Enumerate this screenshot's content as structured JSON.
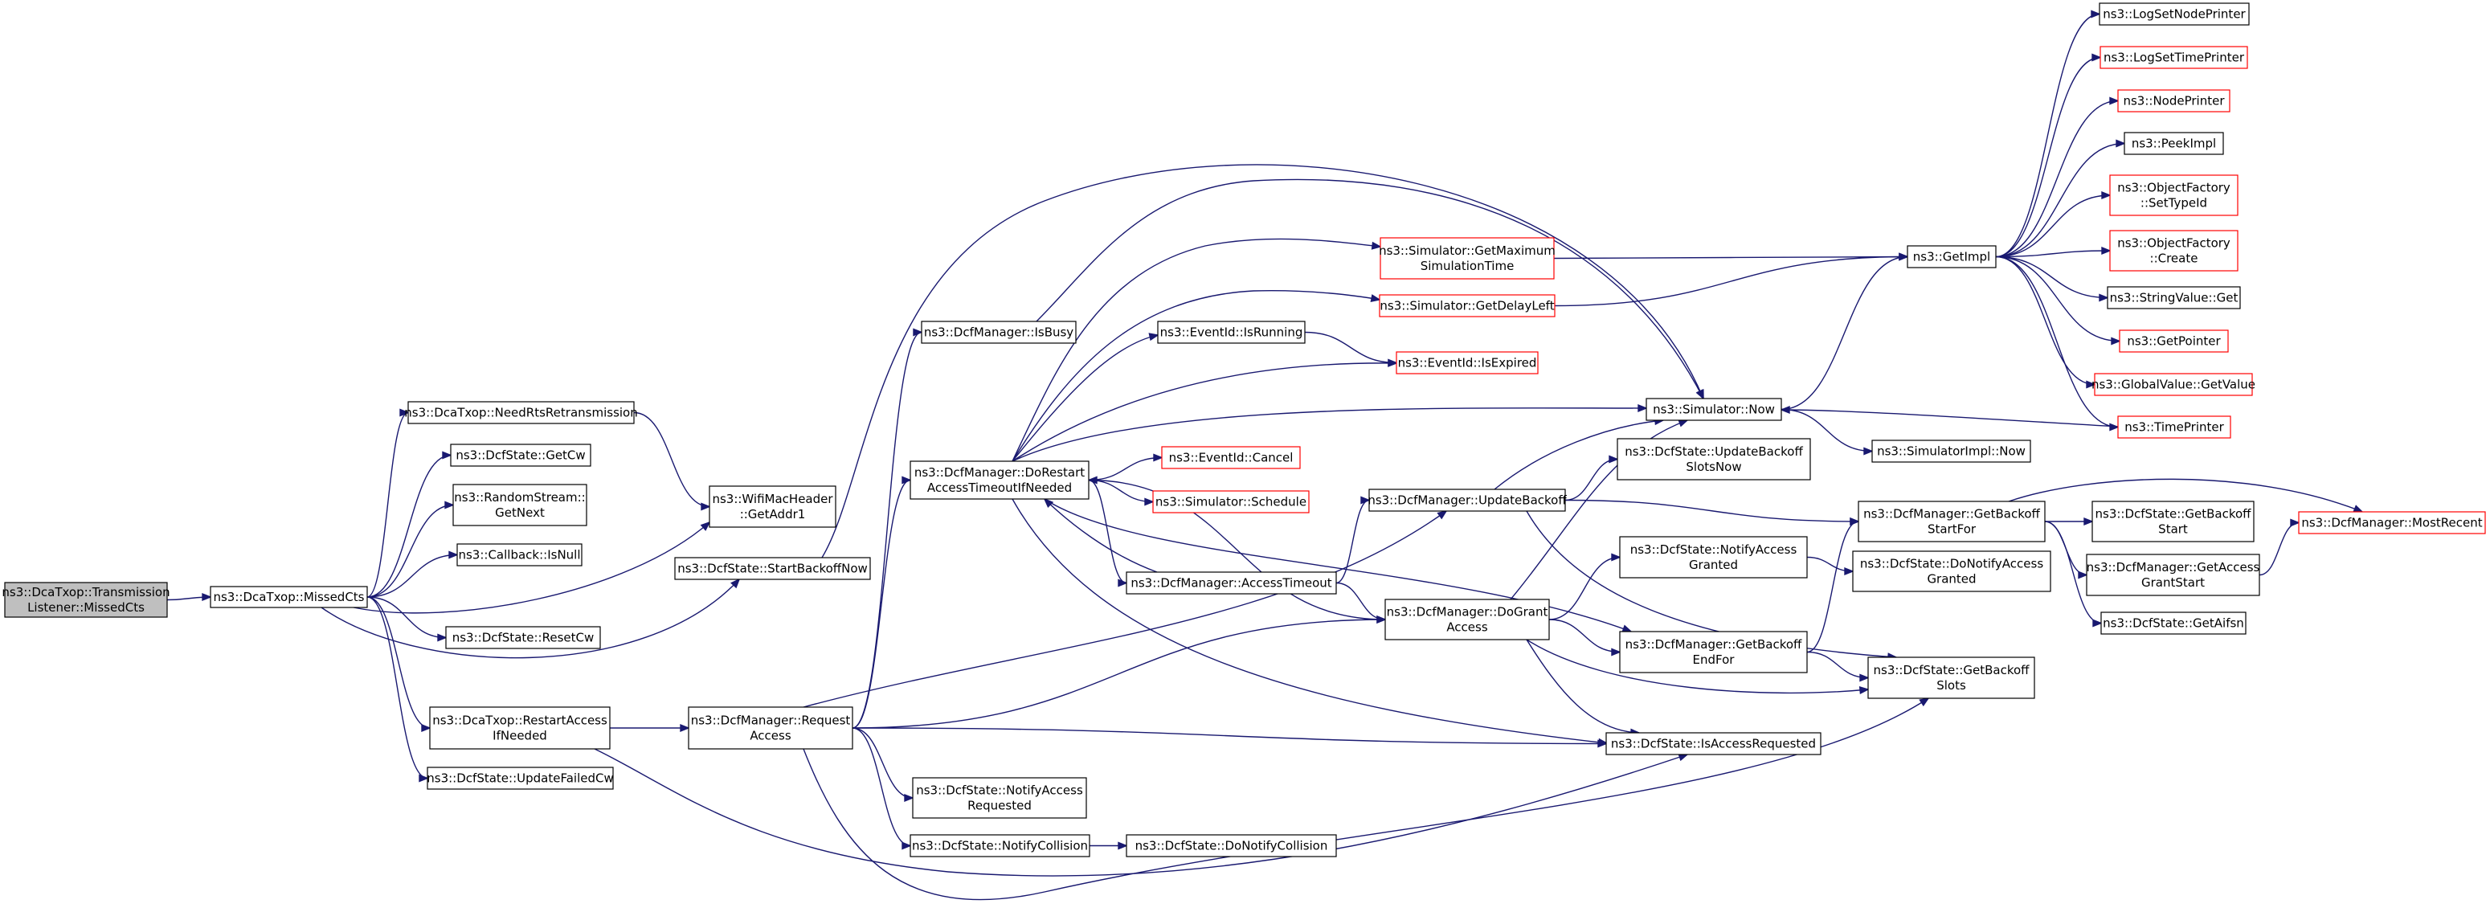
{
  "nodes": [
    {
      "id": "root",
      "lines": [
        "ns3::DcaTxop::Transmission",
        "Listener::MissedCts"
      ],
      "highlight": true,
      "red": false
    },
    {
      "id": "missedcts",
      "lines": [
        "ns3::DcaTxop::MissedCts"
      ],
      "red": false
    },
    {
      "id": "needrts",
      "lines": [
        "ns3::DcaTxop::NeedRtsRetransmission"
      ],
      "red": false
    },
    {
      "id": "getcw",
      "lines": [
        "ns3::DcfState::GetCw"
      ],
      "red": false
    },
    {
      "id": "randomgetnext",
      "lines": [
        "ns3::RandomStream::",
        "GetNext"
      ],
      "red": false
    },
    {
      "id": "callbackisnull",
      "lines": [
        "ns3::Callback::IsNull"
      ],
      "red": false
    },
    {
      "id": "resetcw",
      "lines": [
        "ns3::DcfState::ResetCw"
      ],
      "red": false
    },
    {
      "id": "restartaccess",
      "lines": [
        "ns3::DcaTxop::RestartAccess",
        "IfNeeded"
      ],
      "red": false
    },
    {
      "id": "updatefailedcw",
      "lines": [
        "ns3::DcfState::UpdateFailedCw"
      ],
      "red": false
    },
    {
      "id": "getaddr1",
      "lines": [
        "ns3::WifiMacHeader",
        "::GetAddr1"
      ],
      "red": false
    },
    {
      "id": "startbackoffnow",
      "lines": [
        "ns3::DcfState::StartBackoffNow"
      ],
      "red": false
    },
    {
      "id": "requestaccess",
      "lines": [
        "ns3::DcfManager::Request",
        "Access"
      ],
      "red": false
    },
    {
      "id": "isbusy",
      "lines": [
        "ns3::DcfManager::IsBusy"
      ],
      "red": false
    },
    {
      "id": "dorestart",
      "lines": [
        "ns3::DcfManager::DoRestart",
        "AccessTimeoutIfNeeded"
      ],
      "red": false
    },
    {
      "id": "notifyaccessrequested",
      "lines": [
        "ns3::DcfState::NotifyAccess",
        "Requested"
      ],
      "red": false
    },
    {
      "id": "notifycollision",
      "lines": [
        "ns3::DcfState::NotifyCollision"
      ],
      "red": false
    },
    {
      "id": "isrunning",
      "lines": [
        "ns3::EventId::IsRunning"
      ],
      "red": false
    },
    {
      "id": "cancel",
      "lines": [
        "ns3::EventId::Cancel"
      ],
      "red": true
    },
    {
      "id": "schedule",
      "lines": [
        "ns3::Simulator::Schedule"
      ],
      "red": true
    },
    {
      "id": "accesstimeout",
      "lines": [
        "ns3::DcfManager::AccessTimeout"
      ],
      "red": false
    },
    {
      "id": "donotifycollision",
      "lines": [
        "ns3::DcfState::DoNotifyCollision"
      ],
      "red": false
    },
    {
      "id": "getmaxsim",
      "lines": [
        "ns3::Simulator::GetMaximum",
        "SimulationTime"
      ],
      "red": true
    },
    {
      "id": "getdelayleft",
      "lines": [
        "ns3::Simulator::GetDelayLeft"
      ],
      "red": true
    },
    {
      "id": "isexpired",
      "lines": [
        "ns3::EventId::IsExpired"
      ],
      "red": true
    },
    {
      "id": "updatebackoff",
      "lines": [
        "ns3::DcfManager::UpdateBackoff"
      ],
      "red": false
    },
    {
      "id": "dogrant",
      "lines": [
        "ns3::DcfManager::DoGrant",
        "Access"
      ],
      "red": false
    },
    {
      "id": "simnow",
      "lines": [
        "ns3::Simulator::Now"
      ],
      "red": false
    },
    {
      "id": "updatebackoffslots",
      "lines": [
        "ns3::DcfState::UpdateBackoff",
        "SlotsNow"
      ],
      "red": false
    },
    {
      "id": "notifyaccessgranted",
      "lines": [
        "ns3::DcfState::NotifyAccess",
        "Granted"
      ],
      "red": false
    },
    {
      "id": "getbackoffendfor",
      "lines": [
        "ns3::DcfManager::GetBackoff",
        "EndFor"
      ],
      "red": false
    },
    {
      "id": "isaccessrequested",
      "lines": [
        "ns3::DcfState::IsAccessRequested"
      ],
      "red": false
    },
    {
      "id": "getimpl",
      "lines": [
        "ns3::GetImpl"
      ],
      "red": false
    },
    {
      "id": "simimplnow",
      "lines": [
        "ns3::SimulatorImpl::Now"
      ],
      "red": false
    },
    {
      "id": "getbackoffstartfor",
      "lines": [
        "ns3::DcfManager::GetBackoff",
        "StartFor"
      ],
      "red": false
    },
    {
      "id": "donotifyaccessgranted",
      "lines": [
        "ns3::DcfState::DoNotifyAccess",
        "Granted"
      ],
      "red": false
    },
    {
      "id": "getbackoffslots",
      "lines": [
        "ns3::DcfState::GetBackoff",
        "Slots"
      ],
      "red": false
    },
    {
      "id": "logsetnodeprinter",
      "lines": [
        "ns3::LogSetNodePrinter"
      ],
      "red": false
    },
    {
      "id": "logsettimeprinter",
      "lines": [
        "ns3::LogSetTimePrinter"
      ],
      "red": true
    },
    {
      "id": "nodeprinter",
      "lines": [
        "ns3::NodePrinter"
      ],
      "red": true
    },
    {
      "id": "peekimpl",
      "lines": [
        "ns3::PeekImpl"
      ],
      "red": false
    },
    {
      "id": "setypeid",
      "lines": [
        "ns3::ObjectFactory",
        "::SetTypeId"
      ],
      "red": true
    },
    {
      "id": "ofcreate",
      "lines": [
        "ns3::ObjectFactory",
        "::Create"
      ],
      "red": true
    },
    {
      "id": "stringvalueget",
      "lines": [
        "ns3::StringValue::Get"
      ],
      "red": false
    },
    {
      "id": "getpointer",
      "lines": [
        "ns3::GetPointer"
      ],
      "red": true
    },
    {
      "id": "globalvalueget",
      "lines": [
        "ns3::GlobalValue::GetValue"
      ],
      "red": true
    },
    {
      "id": "timeprinter",
      "lines": [
        "ns3::TimePrinter"
      ],
      "red": true
    },
    {
      "id": "getbackoffstart",
      "lines": [
        "ns3::DcfState::GetBackoff",
        "Start"
      ],
      "red": false
    },
    {
      "id": "getaccessgrantstart",
      "lines": [
        "ns3::DcfManager::GetAccess",
        "GrantStart"
      ],
      "red": false
    },
    {
      "id": "getaifsn",
      "lines": [
        "ns3::DcfState::GetAifsn"
      ],
      "red": false
    },
    {
      "id": "mostrecent",
      "lines": [
        "ns3::DcfManager::MostRecent"
      ],
      "red": true
    }
  ],
  "edges": [
    [
      "root",
      "missedcts"
    ],
    [
      "missedcts",
      "needrts"
    ],
    [
      "missedcts",
      "getcw"
    ],
    [
      "missedcts",
      "randomgetnext"
    ],
    [
      "missedcts",
      "callbackisnull"
    ],
    [
      "missedcts",
      "getaddr1"
    ],
    [
      "missedcts",
      "startbackoffnow"
    ],
    [
      "missedcts",
      "resetcw"
    ],
    [
      "missedcts",
      "restartaccess"
    ],
    [
      "missedcts",
      "updatefailedcw"
    ],
    [
      "needrts",
      "getaddr1"
    ],
    [
      "restartaccess",
      "requestaccess"
    ],
    [
      "restartaccess",
      "isaccessrequested"
    ],
    [
      "startbackoffnow",
      "simnow"
    ],
    [
      "requestaccess",
      "isbusy"
    ],
    [
      "requestaccess",
      "dorestart"
    ],
    [
      "requestaccess",
      "updatebackoff"
    ],
    [
      "requestaccess",
      "dogrant"
    ],
    [
      "requestaccess",
      "isaccessrequested"
    ],
    [
      "requestaccess",
      "notifyaccessrequested"
    ],
    [
      "requestaccess",
      "notifycollision"
    ],
    [
      "requestaccess",
      "getbackoffslots"
    ],
    [
      "isbusy",
      "simnow"
    ],
    [
      "dorestart",
      "getmaxsim"
    ],
    [
      "dorestart",
      "getdelayleft"
    ],
    [
      "dorestart",
      "isrunning"
    ],
    [
      "dorestart",
      "isexpired"
    ],
    [
      "dorestart",
      "simnow"
    ],
    [
      "dorestart",
      "cancel"
    ],
    [
      "dorestart",
      "schedule"
    ],
    [
      "dorestart",
      "accesstimeout"
    ],
    [
      "dorestart",
      "getbackoffendfor"
    ],
    [
      "dorestart",
      "isaccessrequested"
    ],
    [
      "isrunning",
      "isexpired"
    ],
    [
      "accesstimeout",
      "dorestart"
    ],
    [
      "accesstimeout",
      "updatebackoff"
    ],
    [
      "accesstimeout",
      "dogrant"
    ],
    [
      "notifycollision",
      "donotifycollision"
    ],
    [
      "getmaxsim",
      "getimpl"
    ],
    [
      "getdelayleft",
      "getimpl"
    ],
    [
      "updatebackoff",
      "simnow"
    ],
    [
      "updatebackoff",
      "updatebackoffslots"
    ],
    [
      "updatebackoff",
      "getbackoffstartfor"
    ],
    [
      "updatebackoff",
      "getbackoffslots"
    ],
    [
      "dogrant",
      "simnow"
    ],
    [
      "dogrant",
      "notifyaccessgranted"
    ],
    [
      "dogrant",
      "getbackoffendfor"
    ],
    [
      "dogrant",
      "isaccessrequested"
    ],
    [
      "dogrant",
      "getbackoffslots"
    ],
    [
      "dogrant",
      "dorestart"
    ],
    [
      "simnow",
      "getimpl"
    ],
    [
      "simnow",
      "simimplnow"
    ],
    [
      "notifyaccessgranted",
      "donotifyaccessgranted"
    ],
    [
      "getbackoffendfor",
      "getbackoffstartfor"
    ],
    [
      "getbackoffendfor",
      "getbackoffslots"
    ],
    [
      "getbackoffstartfor",
      "getbackoffstart"
    ],
    [
      "getbackoffstartfor",
      "getaccessgrantstart"
    ],
    [
      "getbackoffstartfor",
      "getaifsn"
    ],
    [
      "getbackoffstartfor",
      "mostrecent"
    ],
    [
      "getaccessgrantstart",
      "mostrecent"
    ],
    [
      "getimpl",
      "logsetnodeprinter"
    ],
    [
      "getimpl",
      "logsettimeprinter"
    ],
    [
      "getimpl",
      "nodeprinter"
    ],
    [
      "getimpl",
      "peekimpl"
    ],
    [
      "getimpl",
      "setypeid"
    ],
    [
      "getimpl",
      "ofcreate"
    ],
    [
      "getimpl",
      "stringvalueget"
    ],
    [
      "getimpl",
      "getpointer"
    ],
    [
      "getimpl",
      "globalvalueget"
    ],
    [
      "getimpl",
      "timeprinter"
    ],
    [
      "timeprinter",
      "simnow"
    ]
  ]
}
